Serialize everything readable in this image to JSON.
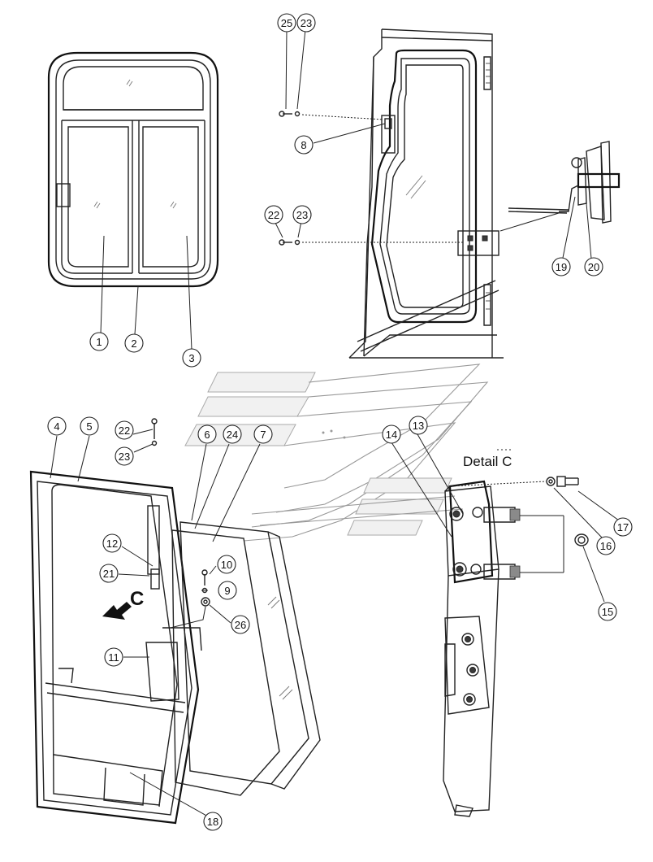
{
  "callouts": [
    "1",
    "2",
    "3",
    "4",
    "5",
    "6",
    "7",
    "8",
    "9",
    "10",
    "11",
    "12",
    "13",
    "14",
    "15",
    "16",
    "17",
    "18",
    "19",
    "20",
    "21",
    "22",
    "23",
    "24",
    "25",
    "26"
  ],
  "detail_label": "Detail C",
  "view_arrow_label": "C",
  "colors": {
    "line": "#222222",
    "paper": "#ffffff",
    "ghost": "#aaaaaa"
  }
}
